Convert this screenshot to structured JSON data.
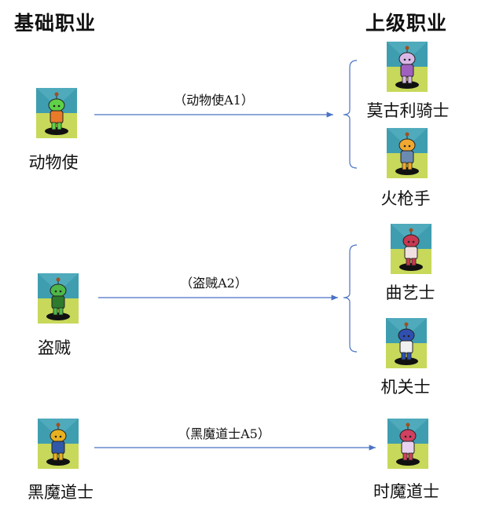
{
  "headers": {
    "base": "基础职业",
    "advanced": "上级职业"
  },
  "rows": [
    {
      "base": {
        "name": "动物使",
        "color": "#5fd146",
        "accent": "#e87a2a"
      },
      "arrow_label": "（动物使A1）",
      "targets": [
        {
          "name": "莫古利骑士",
          "color": "#d9b8e8",
          "accent": "#a060c0"
        },
        {
          "name": "火枪手",
          "color": "#f0a830",
          "accent": "#6a8ab0"
        }
      ]
    },
    {
      "base": {
        "name": "盗贼",
        "color": "#4fb848",
        "accent": "#2e7a2e"
      },
      "arrow_label": "（盗贼A2）",
      "targets": [
        {
          "name": "曲艺士",
          "color": "#c83850",
          "accent": "#f0e0e0"
        },
        {
          "name": "机关士",
          "color": "#3050b0",
          "accent": "#f0f0f0"
        }
      ]
    },
    {
      "base": {
        "name": "黑魔道士",
        "color": "#e8b020",
        "accent": "#3058a8"
      },
      "arrow_label": "（黑魔道士A5）",
      "targets": [
        {
          "name": "时魔道士",
          "color": "#d04060",
          "accent": "#e8d0f0"
        }
      ]
    }
  ],
  "colors": {
    "arrow": "#4a72c4",
    "tile_top": "#3f9db0",
    "tile_bottom": "#c8d85a"
  }
}
